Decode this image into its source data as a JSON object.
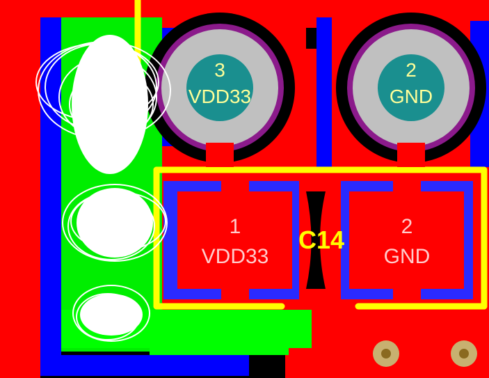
{
  "canvas": {
    "background": "#000000"
  },
  "colors": {
    "top_copper": "#ff0000",
    "bottom_copper": "#0000ff",
    "green_layer": "#00ff00",
    "silkscreen": "#ffff00",
    "pad_ring": "#c0c0c0",
    "drill": "#1a8f8f",
    "solder_mask_ring": "#8b1a8b",
    "pad_text": "#ffff99",
    "designator": "#ffff00",
    "via_ring": "#c8b070",
    "via_hole": "#8a6a20",
    "noise_white": "#ffffff"
  },
  "through_hole_pads": [
    {
      "number": "3",
      "net": "VDD33"
    },
    {
      "number": "2",
      "net": "GND"
    }
  ],
  "smd_pads": [
    {
      "number": "1",
      "net": "VDD33"
    },
    {
      "number": "2",
      "net": "GND"
    }
  ],
  "component": {
    "designator": "C14"
  },
  "vias": [
    {
      "name": "via-1"
    },
    {
      "name": "via-2"
    }
  ]
}
